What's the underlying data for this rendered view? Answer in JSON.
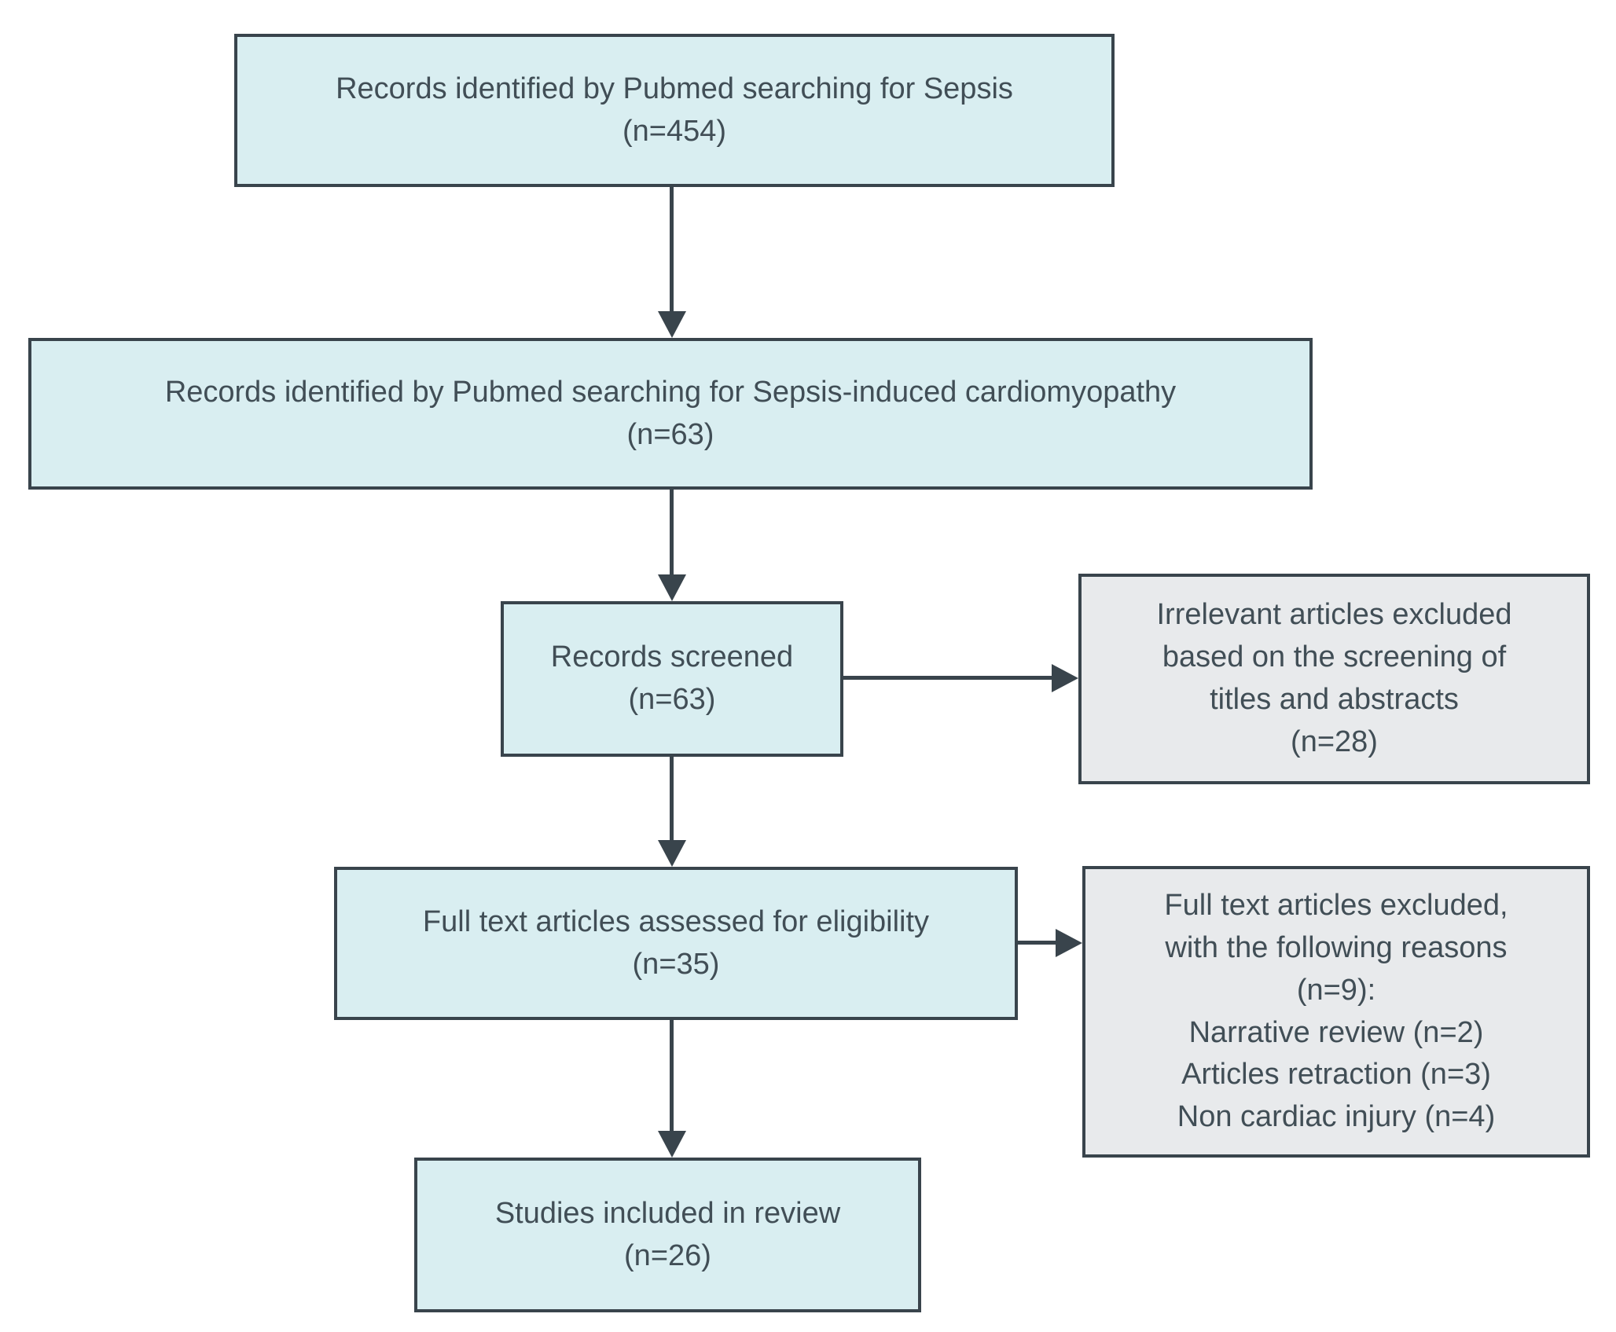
{
  "figure": {
    "nodes": {
      "identified_sepsis": {
        "text": "Records identified by Pubmed searching for Sepsis\n(n=454)",
        "n": 454
      },
      "identified_cardiomyopathy": {
        "text": "Records identified by Pubmed searching for Sepsis-induced cardiomyopathy\n(n=63)",
        "n": 63
      },
      "screened": {
        "text": "Records screened\n(n=63)",
        "n": 63
      },
      "excluded_screening": {
        "text": "Irrelevant articles excluded\nbased on the screening of\ntitles and abstracts\n(n=28)",
        "n": 28
      },
      "fulltext_assessed": {
        "text": "Full text articles assessed for eligibility\n(n=35)",
        "n": 35
      },
      "fulltext_excluded": {
        "text": "Full text articles excluded,\nwith the following reasons\n(n=9):\nNarrative review (n=2)\nArticles retraction (n=3)\nNon cardiac injury (n=4)",
        "n": 9,
        "reasons": [
          {
            "label": "Narrative review",
            "n": 2
          },
          {
            "label": "Articles retraction",
            "n": 3
          },
          {
            "label": "Non cardiac injury",
            "n": 4
          }
        ]
      },
      "included": {
        "text": "Studies included in review\n(n=26)",
        "n": 26
      }
    },
    "colors": {
      "process_fill": "#d9eef1",
      "exclusion_fill": "#e8eaec",
      "border": "#39444c",
      "arrow": "#39444c",
      "text": "#414e56",
      "background": "#ffffff"
    }
  }
}
